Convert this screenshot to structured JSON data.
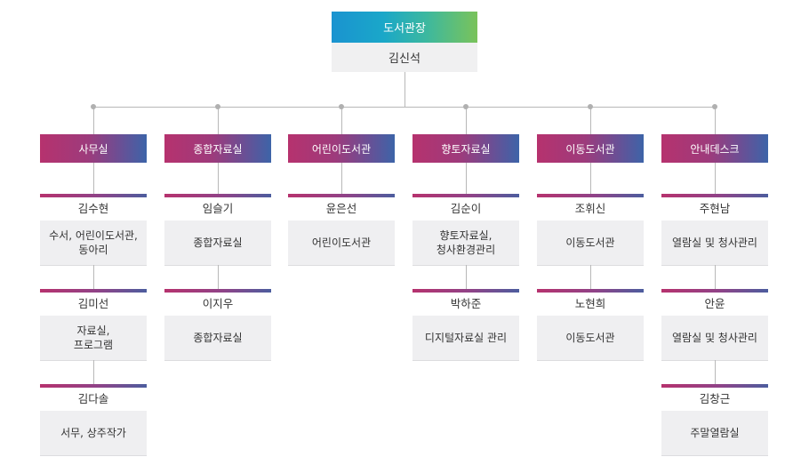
{
  "director": {
    "title": "도서관장",
    "name": "김신석"
  },
  "departments": [
    {
      "name": "사무실",
      "staff": [
        {
          "name": "김수현",
          "role": "수서, 어린이도서관,\n동아리"
        },
        {
          "name": "김미선",
          "role": "자료실,\n프로그램"
        },
        {
          "name": "김다솔",
          "role": "서무, 상주작가"
        }
      ]
    },
    {
      "name": "종합자료실",
      "staff": [
        {
          "name": "임슬기",
          "role": "종합자료실"
        },
        {
          "name": "이지우",
          "role": "종합자료실"
        }
      ]
    },
    {
      "name": "어린이도서관",
      "staff": [
        {
          "name": "윤은선",
          "role": "어린이도서관"
        }
      ]
    },
    {
      "name": "향토자료실",
      "staff": [
        {
          "name": "김순이",
          "role": "향토자료실,\n청사환경관리"
        },
        {
          "name": "박하준",
          "role": "디지털자료실 관리"
        }
      ]
    },
    {
      "name": "이동도서관",
      "staff": [
        {
          "name": "조휘신",
          "role": "이동도서관"
        },
        {
          "name": "노현희",
          "role": "이동도서관"
        }
      ]
    },
    {
      "name": "안내데스크",
      "staff": [
        {
          "name": "주현남",
          "role": "열람실 및 청사관리"
        },
        {
          "name": "안윤",
          "role": "열람실 및 청사관리"
        },
        {
          "name": "김창근",
          "role": "주말열람실"
        }
      ]
    }
  ]
}
